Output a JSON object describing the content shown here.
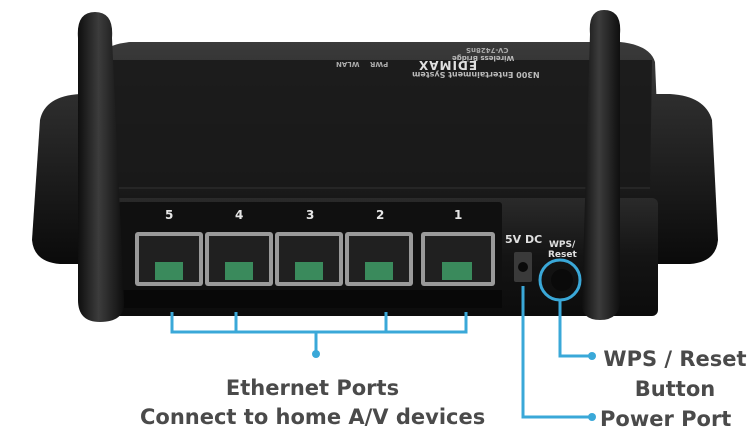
{
  "device": {
    "brand": "EDIMAX",
    "model_line1": "N300 Entertainment System",
    "model_line2": "Wireless Bridge",
    "model_line3": "CV-7428nS",
    "top_led_labels": [
      "PWR",
      "WLAN"
    ]
  },
  "ports": {
    "ethernet_numbers": [
      "5",
      "4",
      "3",
      "2",
      "1"
    ],
    "power_label": "5V DC",
    "wps_label_line1": "WPS/",
    "wps_label_line2": "Reset"
  },
  "callouts": {
    "ethernet_line1": "Ethernet Ports",
    "ethernet_line2": "Connect to home A/V devices",
    "wps_line1": "WPS / Reset",
    "wps_line2": "Button",
    "power": "Power Port"
  },
  "colors": {
    "callout_line": "#3aa8d8",
    "caption_text": "#4a4a4a",
    "device_body": "#1b1b1b",
    "port_insert": "#3a8a5c"
  }
}
